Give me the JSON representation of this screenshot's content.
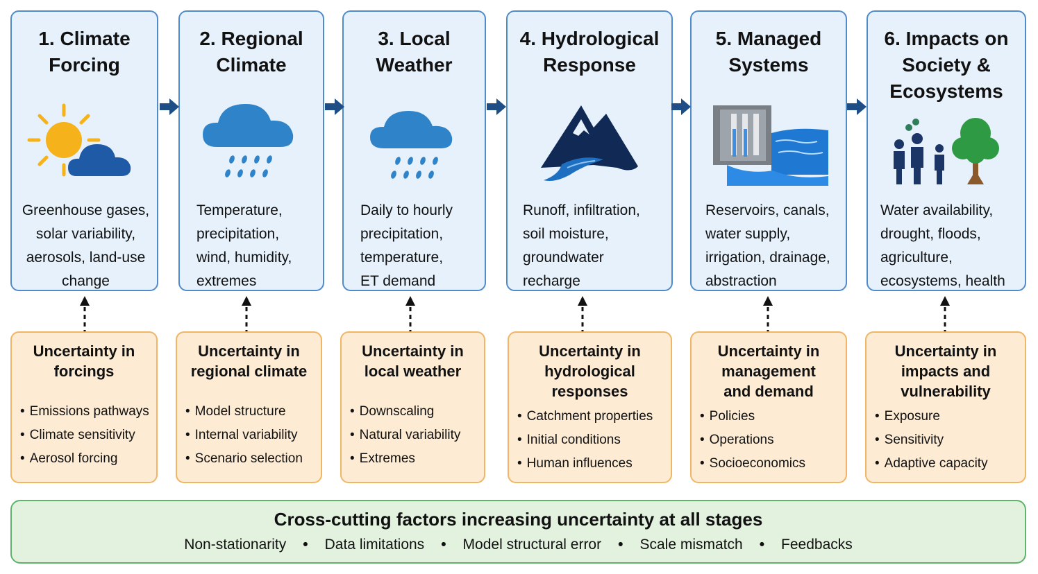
{
  "stages": [
    {
      "title": "1. Climate\nForcing",
      "desc": "Greenhouse gases,\nsolar variability,\naerosols, land-use\nchange",
      "icon": "sun-cloud-icon"
    },
    {
      "title": "2. Regional\nClimate",
      "desc": "Temperature,\nprecipitation,\nwind, humidity,\nextremes",
      "icon": "rain-cloud-icon"
    },
    {
      "title": "3. Local\nWeather",
      "desc": "Daily to hourly\nprecipitation,\ntemperature,\nET demand",
      "icon": "rain-cloud-icon"
    },
    {
      "title": "4. Hydrological\nResponse",
      "desc": "Runoff, infiltration,\nsoil moisture,\ngroundwater\nrecharge",
      "icon": "mountain-river-icon"
    },
    {
      "title": "5. Managed\nSystems",
      "desc": "Reservoirs, canals,\nwater supply,\nirrigation, drainage,\nabstraction",
      "icon": "dam-icon"
    },
    {
      "title": "6. Impacts on\nSociety &\nEcosystems",
      "desc": "Water availability,\ndrought, floods,\nagriculture,\necosystems, health",
      "icon": "people-tree-icon"
    }
  ],
  "uncertainties": [
    {
      "title": "Uncertainty in\nforcings",
      "items": [
        "Emissions pathways",
        "Climate sensitivity",
        "Aerosol forcing"
      ]
    },
    {
      "title": "Uncertainty in\nregional climate",
      "items": [
        "Model structure",
        "Internal variability",
        "Scenario selection"
      ]
    },
    {
      "title": "Uncertainty in\nlocal weather",
      "items": [
        "Downscaling",
        "Natural variability",
        "Extremes"
      ]
    },
    {
      "title": "Uncertainty in\nhydrological\nresponses",
      "items": [
        "Catchment properties",
        "Initial conditions",
        "Human influences"
      ]
    },
    {
      "title": "Uncertainty in\nmanagement\nand demand",
      "items": [
        "Policies",
        "Operations",
        "Socioeconomics"
      ]
    },
    {
      "title": "Uncertainty in\nimpacts and\nvulnerability",
      "items": [
        "Exposure",
        "Sensitivity",
        "Adaptive capacity"
      ]
    }
  ],
  "cross_cutting": {
    "title": "Cross-cutting factors increasing uncertainty at all stages",
    "items": [
      "Non-stationarity",
      "Data limitations",
      "Model structural error",
      "Scale mismatch",
      "Feedbacks"
    ]
  },
  "colors": {
    "stage_fill": "#e6f1fb",
    "stage_border": "#4f8bc9",
    "uncertainty_fill": "#fdebd3",
    "uncertainty_border": "#f0b565",
    "cross_fill": "#e3f1df",
    "cross_border": "#5fb36a",
    "arrow": "#1f4e87"
  }
}
